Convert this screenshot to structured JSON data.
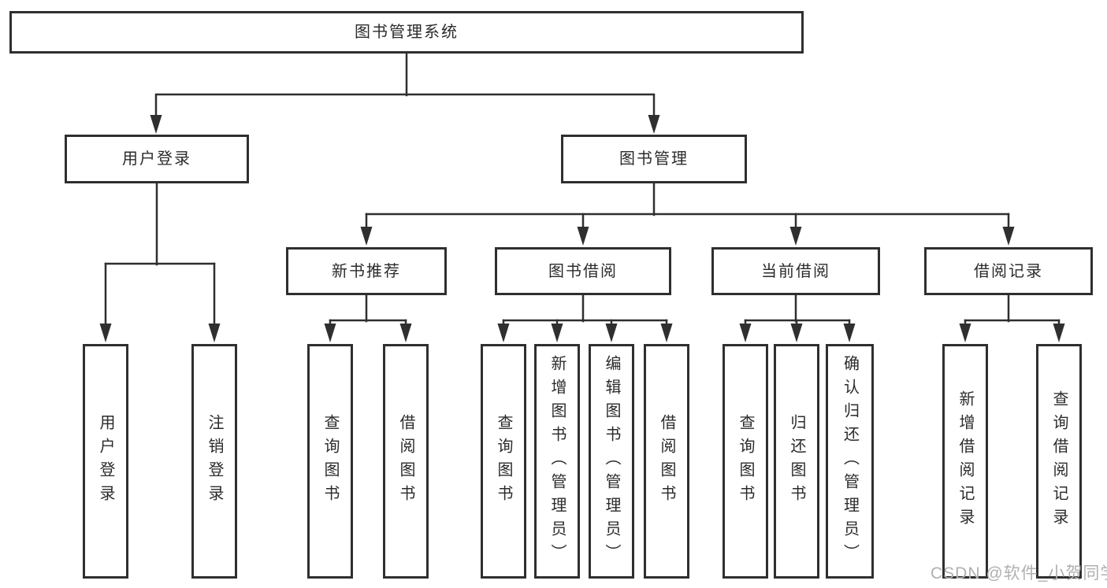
{
  "tree": {
    "label": "图书管理系统",
    "children": [
      {
        "label": "用户登录",
        "children": [
          {
            "label": "用户登录"
          },
          {
            "label": "注销登录"
          }
        ]
      },
      {
        "label": "图书管理",
        "children": [
          {
            "label": "新书推荐",
            "children": [
              {
                "label": "查询图书"
              },
              {
                "label": "借阅图书"
              }
            ]
          },
          {
            "label": "图书借阅",
            "children": [
              {
                "label": "查询图书"
              },
              {
                "label": "新增图书（管理员）"
              },
              {
                "label": "编辑图书（管理员）"
              },
              {
                "label": "借阅图书"
              }
            ]
          },
          {
            "label": "当前借阅",
            "children": [
              {
                "label": "查询图书"
              },
              {
                "label": "归还图书"
              },
              {
                "label": "确认归还（管理员）"
              }
            ]
          },
          {
            "label": "借阅记录",
            "children": [
              {
                "label": "新增借阅记录"
              },
              {
                "label": "查询借阅记录"
              }
            ]
          }
        ]
      }
    ]
  },
  "watermark": {
    "text": "CSDN @软件_小贺同学"
  },
  "colors": {
    "line": "#2f2f2f",
    "text": "#2b2b2b",
    "background": "#ffffff",
    "watermark": "#b0b0b0"
  }
}
